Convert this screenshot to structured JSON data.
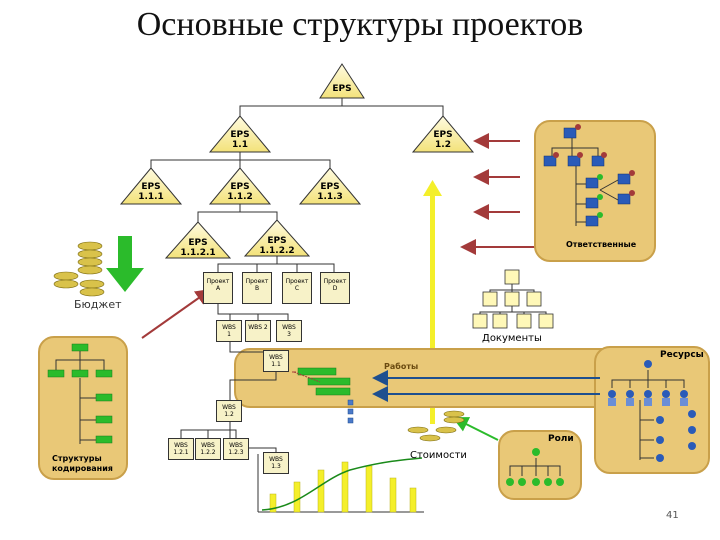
{
  "title": "Основные структуры проектов",
  "eps": {
    "root": "EPS",
    "n1_1": "EPS\n1.1",
    "n1_2": "EPS\n1.2",
    "n1_1_1": "EPS\n1.1.1",
    "n1_1_2": "EPS\n1.1.2",
    "n1_1_3": "EPS\n1.1.3",
    "n1_1_2_1": "EPS\n1.1.2.1",
    "n1_1_2_2": "EPS\n1.1.2.2"
  },
  "projects": [
    "Проект\nА",
    "Проект\nB",
    "Проект\nC",
    "Проект\nD"
  ],
  "wbs": {
    "w1": "WBS\n1",
    "w2": "WBS 2",
    "w3": "WBS\n3",
    "w1_1": "WBS\n1.1",
    "w1_2": "WBS\n1.2",
    "w1_2_1": "WBS\n1.2.1",
    "w1_2_2": "WBS\n1.2.2",
    "w1_2_3": "WBS\n1.2.3",
    "w1_3": "WBS\n1.3"
  },
  "labels": {
    "budget": "Бюджет",
    "responsible": "Ответственные",
    "documents": "Документы",
    "resources": "Ресурсы",
    "activities": "Работы",
    "roles": "Роли",
    "cost": "Стоимости",
    "coding": "Структуры\nкодирования"
  },
  "page_number": "41",
  "colors": {
    "tan": "#e9c877",
    "green": "#2bbb2b",
    "blue": "#1e4f8f",
    "red": "#a33a3a",
    "yellow": "#f4ef2a",
    "triangle": "#fff3a8"
  }
}
